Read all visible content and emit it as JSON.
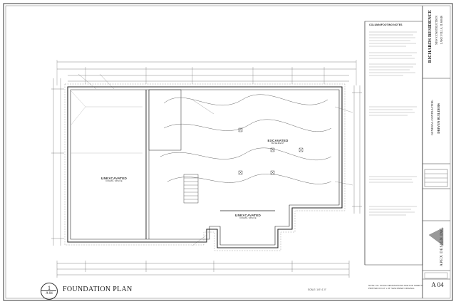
{
  "sheet": {
    "title_number": "1",
    "title_ref": "A 04",
    "plan_title": "FOUNDATION PLAN",
    "scale": "SCALE: 1/4\"=1'-0\"",
    "sheet_number": "A 04"
  },
  "rooms": [
    {
      "key": "unexcavated_west",
      "title": "UNEXCAVATED",
      "sub": "CRAWL SPACE"
    },
    {
      "key": "excavated",
      "title": "EXCAVATED",
      "sub": "BASEMENT"
    },
    {
      "key": "unexcavated_south",
      "title": "UNEXCAVATED",
      "sub": "CRAWL SPACE"
    }
  ],
  "notes_heading": "COLUMN/FOOTING NOTES",
  "title_block": {
    "project": "RICHARDS RESIDENCE",
    "project_sub": "NEW CONSTRUCTION",
    "project_loc": "LAKE VILLA, IL 60046",
    "contractor_label": "GENERAL CONTRACTOR:",
    "contractor": "DRIVEN BUILDERS",
    "designer": "APEX DESIGN INC."
  },
  "general_note": "NOTE: ALL SCALE DESIGNATIONS ARE FOR SHEETS PRINTED ON 24\" x 36\" SIZE PAPER ORIGINAL"
}
